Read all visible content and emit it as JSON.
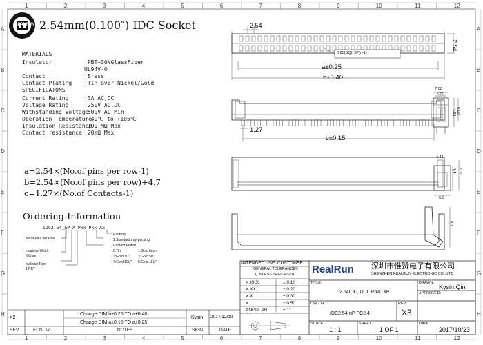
{
  "title": "2.54mm(0.100″) IDC Socket",
  "logo_text": "REALRUN",
  "zones": {
    "top": [
      "1",
      "2",
      "3",
      "4",
      "5",
      "6",
      "7",
      "8",
      "9",
      "10",
      "11",
      "12"
    ],
    "side": [
      "A",
      "B",
      "C",
      "D",
      "E",
      "F",
      "G",
      "H"
    ]
  },
  "materials": {
    "heading": "MATERIALS",
    "rows": [
      {
        "label": "Insulator",
        "value": ":PBT+30%GlassFiber"
      },
      {
        "label": "",
        "value": "UL94V-0"
      },
      {
        "label": "Contact",
        "value": ":Brass"
      },
      {
        "label": "Contact Plating",
        "value": ":Tin over Nickel/Gold"
      }
    ]
  },
  "specs": {
    "heading": "SPECIFICATONS",
    "rows": [
      {
        "label": "Current Rating",
        "value": ":3A AC,DC"
      },
      {
        "label": "Voltage Rating",
        "value": ":250V AC,DC"
      },
      {
        "label": "Withstanding Voltage",
        "value": ":500V AC Min"
      },
      {
        "label": "Operation Temperature",
        "value": ":-40℃ to +105℃"
      },
      {
        "label": "Insulation Resistance",
        "value": ":100 MΩ Max"
      },
      {
        "label": "Contact resistance",
        "value": ":20mΩ Max"
      }
    ]
  },
  "formulas": [
    "a=2.54×(No.of pins per row-1)",
    "b=2.54×(No.of pins per row)+4.7",
    "c=1.27×(No.of Contacts-1)"
  ],
  "ordering": {
    "heading": "Ordering Information",
    "code": "IDC2.54-nP-X-Pxx-Pxx-Ax",
    "labels": {
      "pins": "No.of Pins per Row",
      "insulator_width": [
        "Insulator Width",
        "6.0mm"
      ],
      "material": [
        "Material Type",
        "1:PBT"
      ],
      "packing": [
        "Packing:",
        "1:Standard tray packing"
      ],
      "plated_title": "Contact Plated",
      "plated_rows": [
        [
          "0:Tin",
          "1:Gold flash"
        ],
        [
          "2:Gold 3U\"",
          "3:Gold 5U\""
        ],
        [
          "4:Gold 10U\"",
          "5:Gold 15U\""
        ]
      ]
    }
  },
  "dims": {
    "pitch": "2.54",
    "side_pitch": "2.54",
    "pin_note": "0.80(SQ), 5P(n-1)",
    "a": "a±0.25",
    "b": "b±0.40",
    "c": "c±0.15",
    "c_pitch": "1.27",
    "side_top": [
      "7.00",
      "5.00",
      "8.00"
    ],
    "side_small": [
      "1.81"
    ],
    "end_view": [
      "4.41",
      "7.4",
      "9.8",
      "6.0"
    ],
    "end_low": [
      "4.7"
    ]
  },
  "revisions": [
    {
      "rev": "X2",
      "change": "Change DIM b±0.25 TO a±0.40",
      "sign": "Kysin",
      "date": "2017/12/19"
    },
    {
      "rev": "",
      "change": "Change DIM a±0.15 TO a±0.25",
      "sign": "",
      "date": ""
    }
  ],
  "rev_header": {
    "rev": "REV.",
    "ecn": "ECN. No.",
    "notes": "NOTES",
    "sign": "SIGN",
    "date": "DATE"
  },
  "title_block": {
    "intended_use": "INTENDED USE: CUSTOMER",
    "tol_title": [
      "GENERAL TOLERANCES",
      "(UNLESS SPECIFIED)"
    ],
    "tolerances": [
      {
        "k": "X.XXX",
        "v": "±  0.10"
      },
      {
        "k": "X.XX",
        "v": "±  0.20"
      },
      {
        "k": "X.X",
        "v": "±  0.30"
      },
      {
        "k": "X",
        "v": "±  0.50"
      },
      {
        "k": "ANGULAR",
        "v": "±   1°"
      }
    ],
    "company": "RealRun",
    "company_cn": "深圳市惟赞电子有限公司",
    "company_en": "SHENZHEN REALRUN ELECTRONIC CO., LTD",
    "title_label": "TITLE:",
    "title_value": "2.54IDC, DUL Row,DIP",
    "drawn_label": "DRAWN:",
    "drawn_value": "Kysin.Qin",
    "approved_label": "APPROVED:",
    "dwg_label": "DWG NO:",
    "dwg_value": "IDC2.54-nP PC2.4",
    "rev_label": "REV:",
    "rev_value": "X3",
    "scale_label": "SCALE",
    "scale_value": "1 : 1",
    "sheet_label": "SHEET",
    "sheet_value": "1 OF 1",
    "date_label": "DATE",
    "date_value": "2017/10/23"
  }
}
